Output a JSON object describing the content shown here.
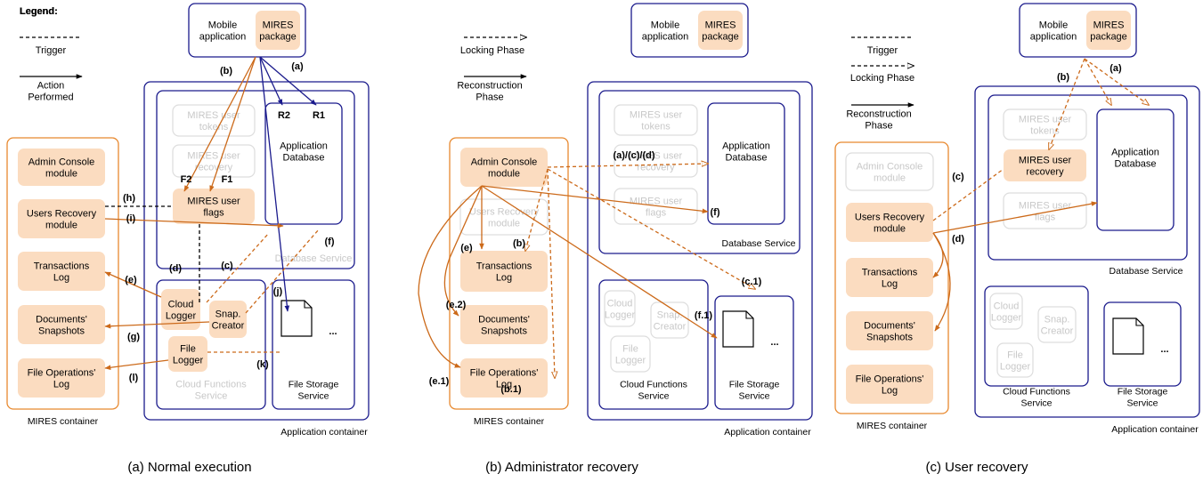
{
  "panels": [
    {
      "caption": "(a) Normal execution",
      "legend": {
        "title": "Legend:",
        "items": [
          "Trigger",
          "Action\nPerformed"
        ]
      },
      "mobile": {
        "app": "Mobile\napplication",
        "pkg": "MIRES\npackage"
      },
      "mires_container": "MIRES container",
      "app_container": "Application container",
      "db_service": "Database Service",
      "cf_service": "Cloud Functions\nService",
      "fs_service": "File Storage\nService",
      "app_db": "Application\nDatabase",
      "dots": "...",
      "tokens": "MIRES user\ntokens",
      "recovery": "MIRES user\nrecovery",
      "flags": "MIRES user\nflags",
      "modules": [
        "Admin Console\nmodule",
        "Users Recovery\nmodule",
        "Transactions\nLog",
        "Documents'\nSnapshots",
        "File Operations'\nLog"
      ],
      "cloud_logger": "Cloud\nLogger",
      "snap_creator": "Snap.\nCreator",
      "file_logger": "File\nLogger",
      "tags": {
        "a": "(a)",
        "b": "(b)",
        "c": "(c)",
        "d": "(d)",
        "e": "(e)",
        "f": "(f)",
        "g": "(g)",
        "h": "(h)",
        "i": "(i)",
        "j": "(j)",
        "k": "(k)",
        "l": "(l)",
        "R1": "R1",
        "R2": "R2",
        "F1": "F1",
        "F2": "F2"
      }
    },
    {
      "caption": "(b) Administrator recovery",
      "legend": {
        "title": "Legend:",
        "items": [
          "Locking Phase",
          "Reconstruction\nPhase"
        ]
      },
      "mobile": {
        "app": "Mobile\napplication",
        "pkg": "MIRES\npackage"
      },
      "mires_container": "MIRES container",
      "app_container": "Application container",
      "db_service": "Database Service",
      "cf_service": "Cloud Functions\nService",
      "fs_service": "File Storage\nService",
      "app_db": "Application\nDatabase",
      "dots": "...",
      "tokens": "MIRES user\ntokens",
      "recovery": "MIRES user\nrecovery",
      "flags": "MIRES user\nflags",
      "modules": [
        "Admin Console\nmodule",
        "Users Recovery\nmodule",
        "Transactions\nLog",
        "Documents'\nSnapshots",
        "File Operations'\nLog"
      ],
      "cloud_logger": "Cloud\nLogger",
      "snap_creator": "Snap.\nCreator",
      "file_logger": "File\nLogger",
      "tags": {
        "acd": "(a)/(c)/(d)",
        "b": "(b)",
        "b1": "(b.1)",
        "c1": "(c.1)",
        "e": "(e)",
        "e1": "(e.1)",
        "e2": "(e.2)",
        "f": "(f)",
        "f1": "(f.1)"
      }
    },
    {
      "caption": "(c) User recovery",
      "legend": {
        "title": "Legend:",
        "items": [
          "Trigger",
          "Locking Phase",
          "Reconstruction\nPhase"
        ]
      },
      "mobile": {
        "app": "Mobile\napplication",
        "pkg": "MIRES\npackage"
      },
      "mires_container": "MIRES container",
      "app_container": "Application container",
      "db_service": "Database Service",
      "cf_service": "Cloud Functions\nService",
      "fs_service": "File Storage\nService",
      "app_db": "Application\nDatabase",
      "dots": "...",
      "tokens": "MIRES user\ntokens",
      "recovery": "MIRES user\nrecovery",
      "flags": "MIRES user\nflags",
      "modules": [
        "Admin Console\nmodule",
        "Users Recovery\nmodule",
        "Transactions\nLog",
        "Documents'\nSnapshots",
        "File Operations'\nLog"
      ],
      "cloud_logger": "Cloud\nLogger",
      "snap_creator": "Snap.\nCreator",
      "file_logger": "File\nLogger",
      "tags": {
        "a": "(a)",
        "b": "(b)",
        "c": "(c)",
        "d": "(d)"
      }
    }
  ],
  "colors": {
    "navy": "#1a1a8c",
    "orange_line": "#cc6a1a",
    "orange_fill": "#fbdcc0",
    "orange_border": "#e8892f",
    "ghost_border": "#dddddd",
    "ghost_text": "#c8c8c8"
  }
}
